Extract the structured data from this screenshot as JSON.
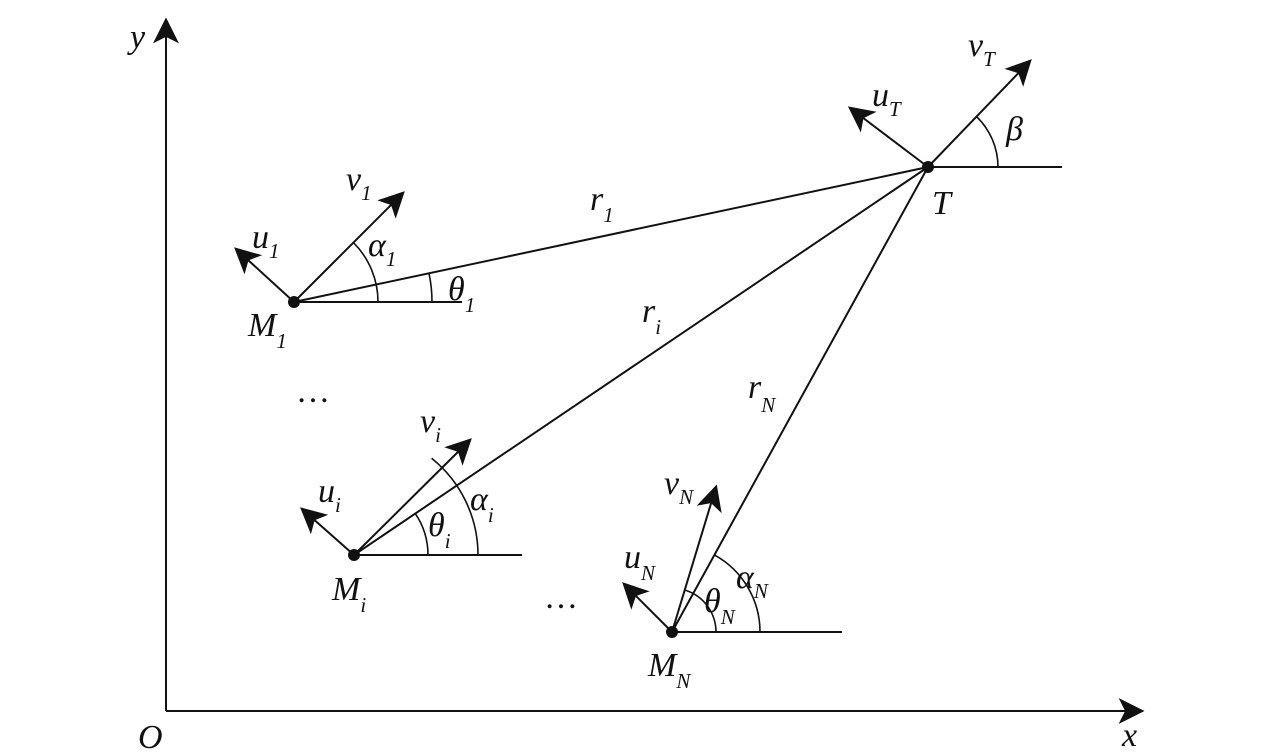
{
  "axes": {
    "x_label": "x",
    "y_label": "y",
    "origin_label": "O"
  },
  "target": {
    "name": "T",
    "velocity": {
      "symbol": "v",
      "sub": "T"
    },
    "normal": {
      "symbol": "u",
      "sub": "T"
    },
    "angle": "β"
  },
  "missiles": [
    {
      "name": {
        "symbol": "M",
        "sub": "1"
      },
      "velocity": {
        "symbol": "v",
        "sub": "1"
      },
      "normal": {
        "symbol": "u",
        "sub": "1"
      },
      "heading_angle": {
        "symbol": "α",
        "sub": "1"
      },
      "los_angle": {
        "symbol": "θ",
        "sub": "1"
      },
      "range": {
        "symbol": "r",
        "sub": "1"
      }
    },
    {
      "name": {
        "symbol": "M",
        "sub": "i"
      },
      "velocity": {
        "symbol": "v",
        "sub": "i"
      },
      "normal": {
        "symbol": "u",
        "sub": "i"
      },
      "heading_angle": {
        "symbol": "α",
        "sub": "i"
      },
      "los_angle": {
        "symbol": "θ",
        "sub": "i"
      },
      "range": {
        "symbol": "r",
        "sub": "i"
      }
    },
    {
      "name": {
        "symbol": "M",
        "sub": "N"
      },
      "velocity": {
        "symbol": "v",
        "sub": "N"
      },
      "normal": {
        "symbol": "u",
        "sub": "N"
      },
      "heading_angle": {
        "symbol": "α",
        "sub": "N"
      },
      "los_angle": {
        "symbol": "θ",
        "sub": "N"
      },
      "range": {
        "symbol": "r",
        "sub": "N"
      }
    }
  ],
  "ellipsis": [
    "…",
    "…"
  ]
}
